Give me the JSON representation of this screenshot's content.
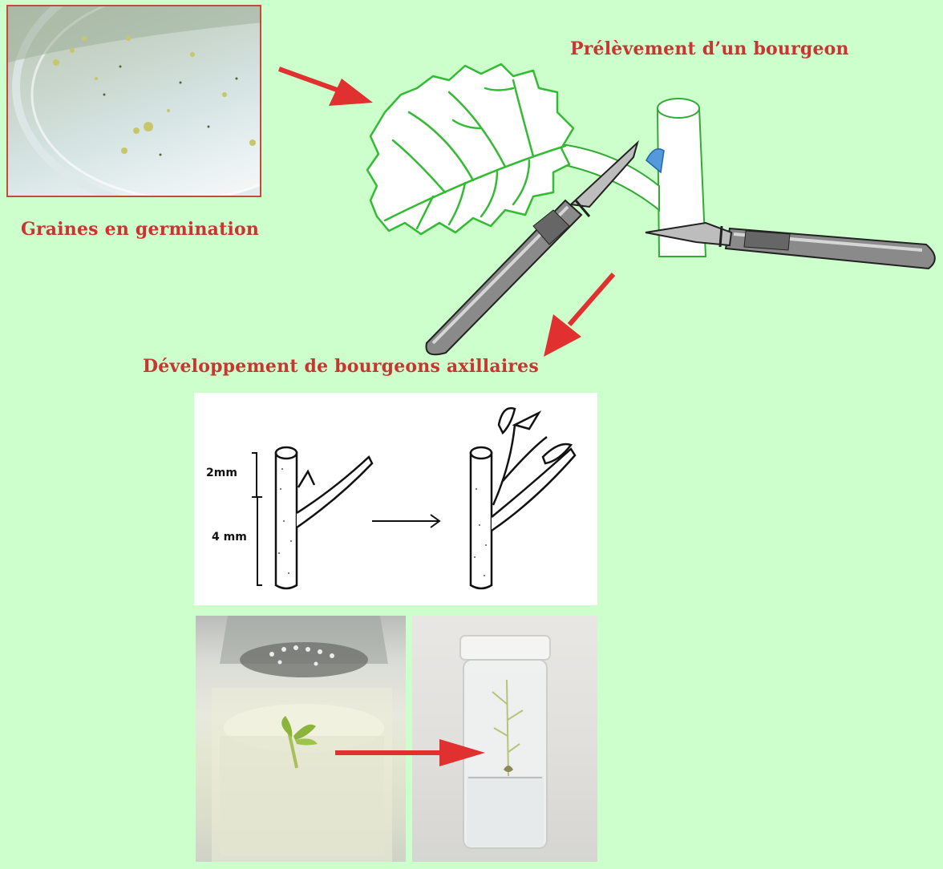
{
  "labels": {
    "seeds": "Graines en germination",
    "bud_sampling": "Prélèvement d’un bourgeon",
    "axillary_development": "Développement de bourgeons axillaires"
  },
  "diagram": {
    "measure_top": "2mm",
    "measure_bottom": "4 mm"
  },
  "colors": {
    "background": "#ccffcc",
    "label_text": "#cc3333",
    "arrow": "#e03030",
    "leaf_vein": "#33bb33",
    "bud": "#5599dd"
  }
}
